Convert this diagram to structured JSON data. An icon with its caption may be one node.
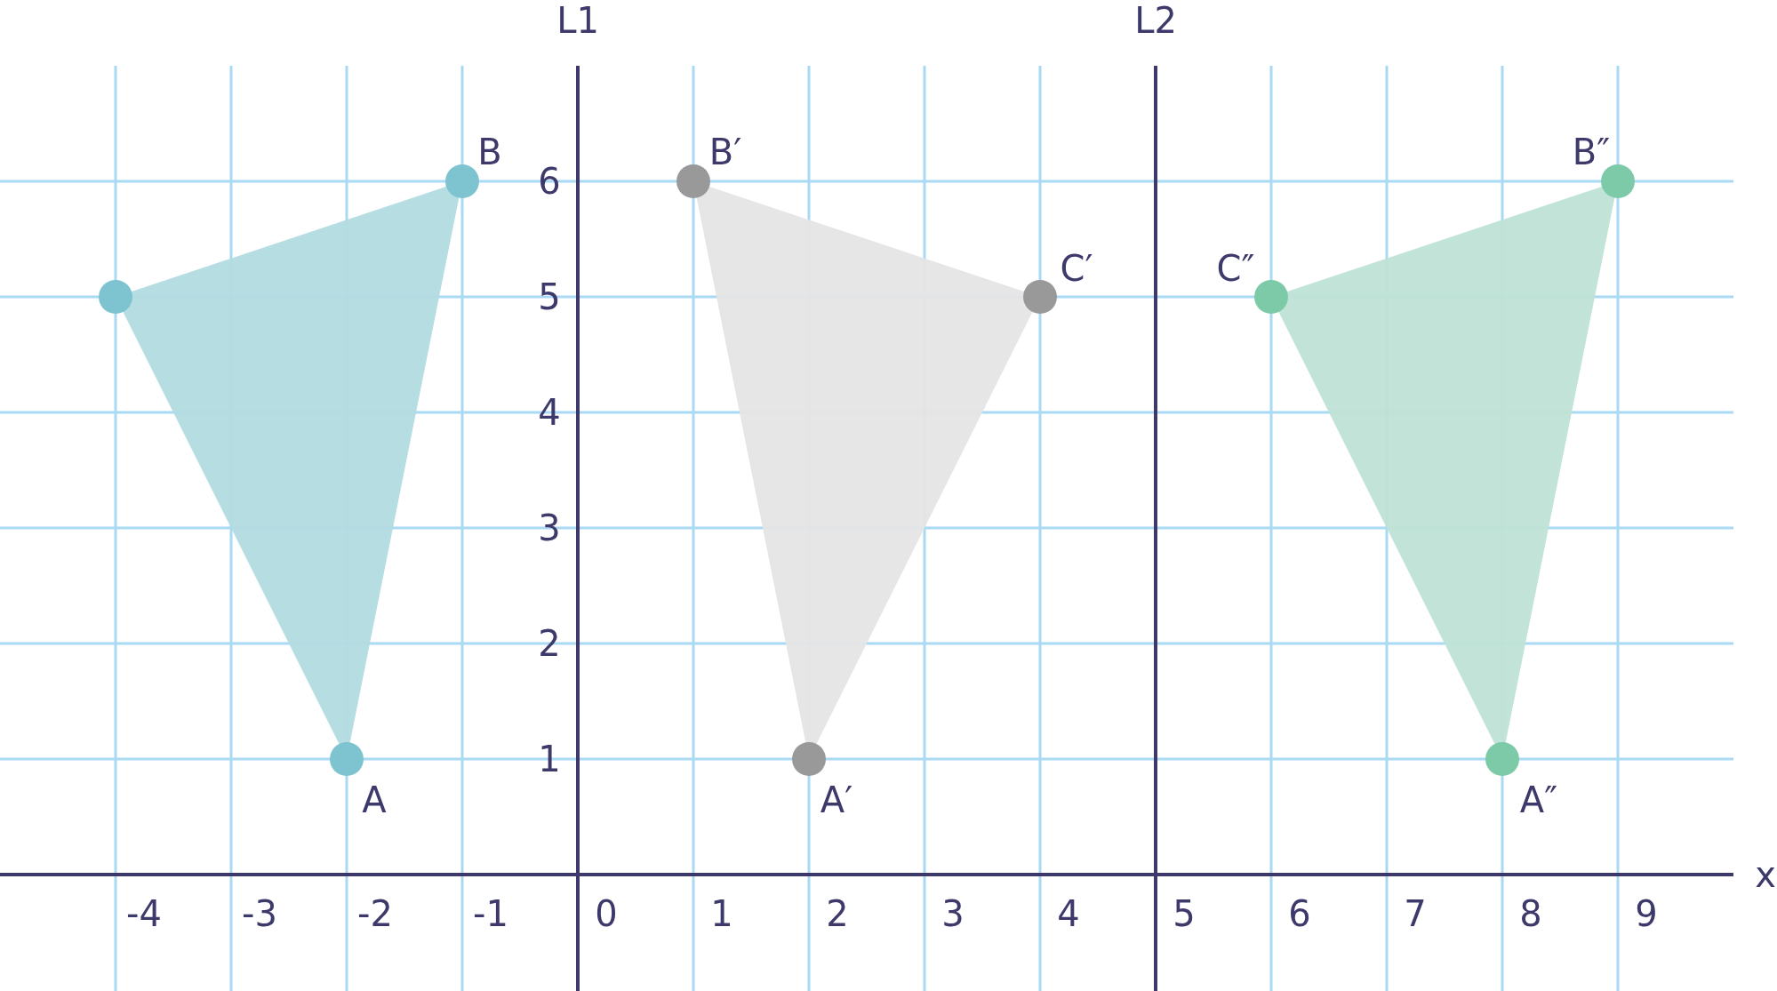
{
  "diagram": {
    "nodes": [
      {
        "text": [],
        "shape": "triangle",
        "beside": [
          "B",
          "A"
        ]
      },
      {
        "text": [],
        "shape": "triangle",
        "beside": [
          "B′",
          "C′",
          "A′"
        ]
      },
      {
        "text": [],
        "shape": "triangle",
        "beside": [
          "B″",
          "C″",
          "A″"
        ]
      }
    ],
    "labels": [
      "L1",
      "L2",
      "6",
      "5",
      "4",
      "3",
      "2",
      "1",
      "x",
      "-4",
      "-3",
      "-2",
      "-1",
      "0",
      "1",
      "2",
      "3",
      "4",
      "5",
      "6",
      "7",
      "8",
      "9"
    ]
  }
}
